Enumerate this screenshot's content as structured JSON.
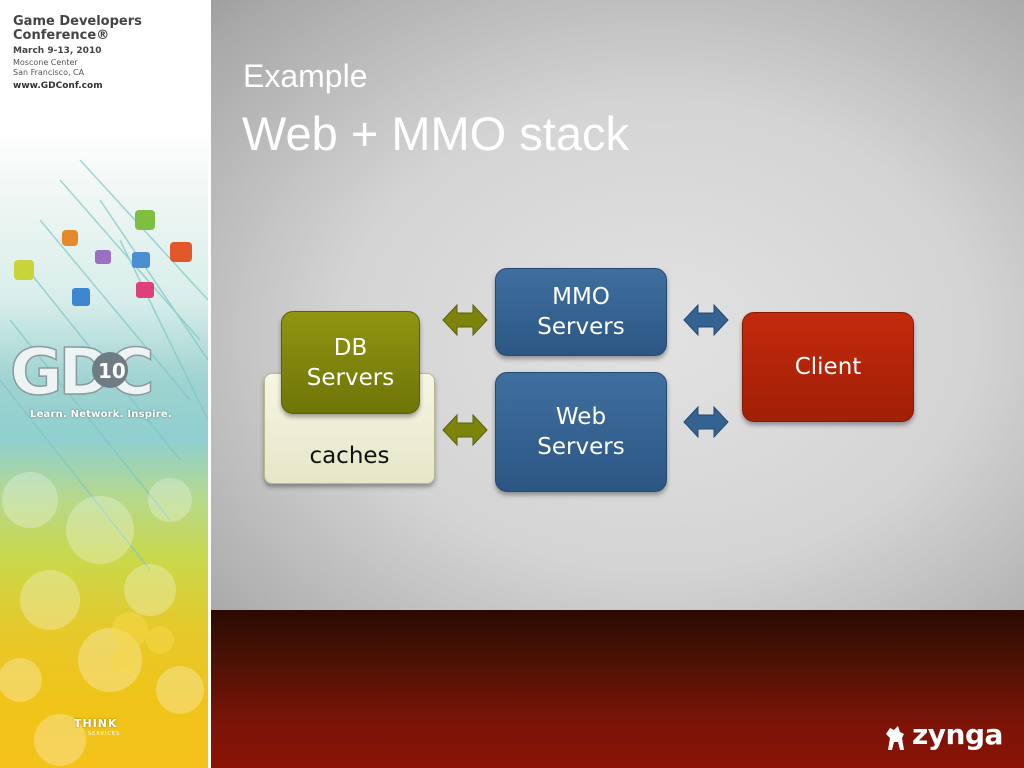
{
  "sidebar": {
    "conference_title": "Game Developers\nConference®",
    "dates": "March 9-13, 2010",
    "venue": "Moscone Center",
    "city": "San Francisco, CA",
    "url": "www.GDConf.com",
    "logo_text": "GDC",
    "logo_number": "10",
    "tagline": "Learn. Network. Inspire.",
    "sponsor": "THINK",
    "sponsor_sub": "SERVICES"
  },
  "slide": {
    "kicker": "Example",
    "title": "Web + MMO stack"
  },
  "diagram": {
    "caches": "caches",
    "db_servers": "DB\nServers",
    "mmo_servers": "MMO\nServers",
    "web_servers": "Web\nServers",
    "client": "Client"
  },
  "colors": {
    "olive": "#7f860c",
    "blue": "#356391",
    "red": "#b22509",
    "cream": "#efefd6",
    "footer": "#7a1407"
  },
  "brand": {
    "logo": "zynga"
  }
}
